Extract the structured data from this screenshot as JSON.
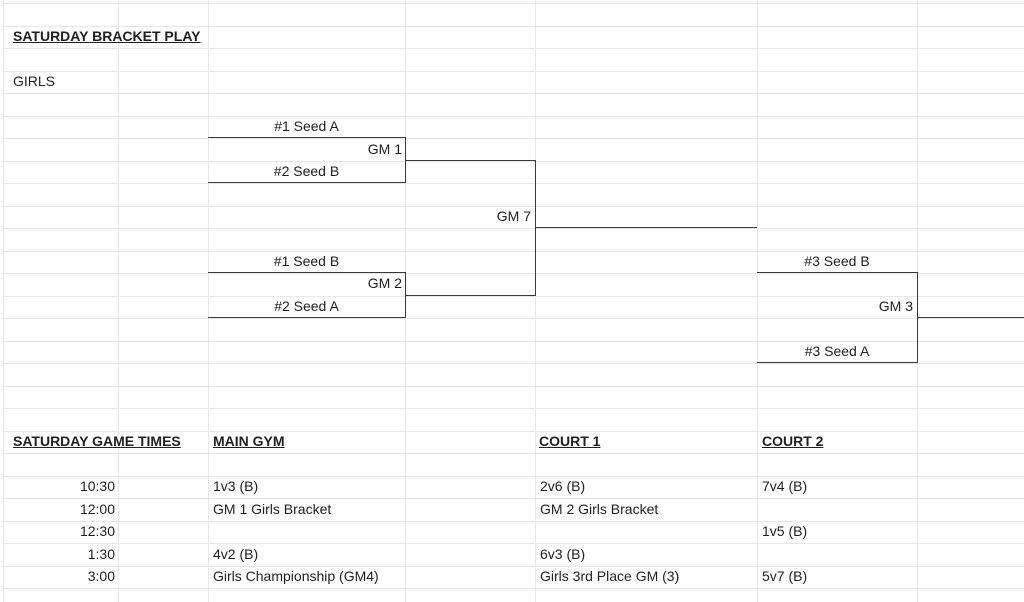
{
  "sheet": {
    "title": "SATURDAY BRACKET PLAY",
    "division_label": "GIRLS"
  },
  "bracket": {
    "gm1": {
      "top_team": "#1 Seed A",
      "label": "GM 1",
      "bottom_team": "#2 Seed B"
    },
    "gm2": {
      "top_team": "#1 Seed B",
      "label": "GM 2",
      "bottom_team": "#2 Seed A"
    },
    "gm7": {
      "label": "GM 7"
    },
    "gm3": {
      "top_team": "#3 Seed B",
      "label": "GM 3",
      "bottom_team": "#3 Seed A"
    }
  },
  "schedule": {
    "headers": {
      "times": "SATURDAY GAME TIMES",
      "main_gym": "MAIN GYM",
      "court1": "COURT 1",
      "court2": "COURT 2"
    },
    "rows": [
      {
        "time": "10:30",
        "main_gym": "1v3 (B)",
        "court1": "2v6 (B)",
        "court2": "7v4 (B)"
      },
      {
        "time": "12:00",
        "main_gym": "GM 1 Girls Bracket",
        "court1": "GM 2 Girls Bracket",
        "court2": ""
      },
      {
        "time": "12:30",
        "main_gym": "",
        "court1": "",
        "court2": "1v5 (B)"
      },
      {
        "time": "1:30",
        "main_gym": "4v2 (B)",
        "court1": "6v3 (B)",
        "court2": ""
      },
      {
        "time": "3:00",
        "main_gym": "Girls Championship (GM4)",
        "court1": "Girls 3rd Place GM (3)",
        "court2": "5v7 (B)"
      }
    ]
  },
  "colors": {
    "background": "#ffffff",
    "gridline": "#e7e7e7",
    "bracket_line": "#3a3a3a",
    "text": "#1f1f1f"
  }
}
